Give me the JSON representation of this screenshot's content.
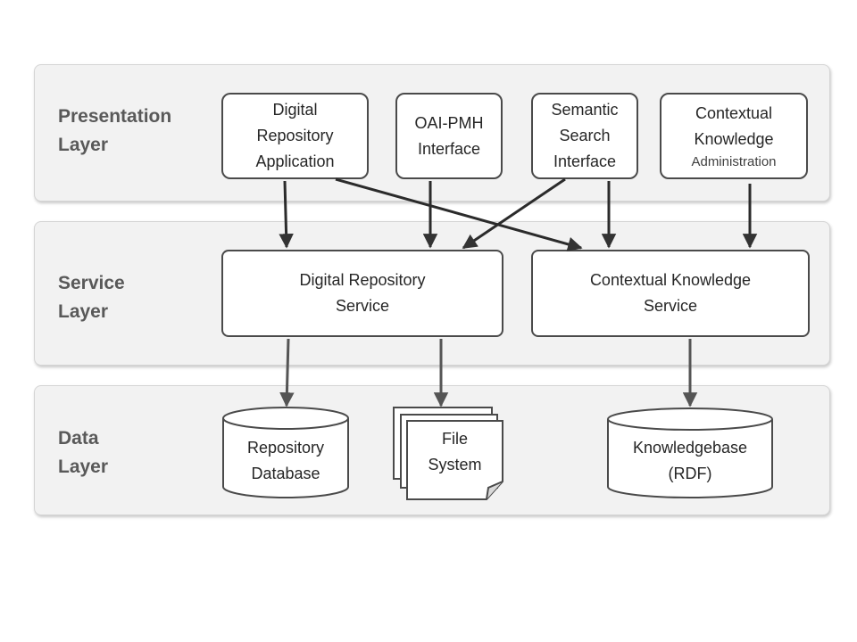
{
  "layers": {
    "presentation": "Presentation\nLayer",
    "service": "Service\nLayer",
    "data": "Data\nLayer"
  },
  "presentation": {
    "digital_repository_app": [
      "Digital",
      "Repository",
      "Application"
    ],
    "oai_pmh": [
      "OAI-PMH",
      "Interface"
    ],
    "semantic_search": [
      "Semantic",
      "Search",
      "Interface"
    ],
    "contextual_knowledge": [
      "Contextual",
      "Knowledge"
    ],
    "contextual_knowledge_small": "Administration"
  },
  "services": {
    "digital_repository": "Digital Repository\nService",
    "contextual_knowledge": "Contextual Knowledge\nService"
  },
  "stores": {
    "repository_db": "Repository\nDatabase",
    "file_system": "File\nSystem",
    "knowledgebase": "Knowledgebase\n(RDF)"
  }
}
